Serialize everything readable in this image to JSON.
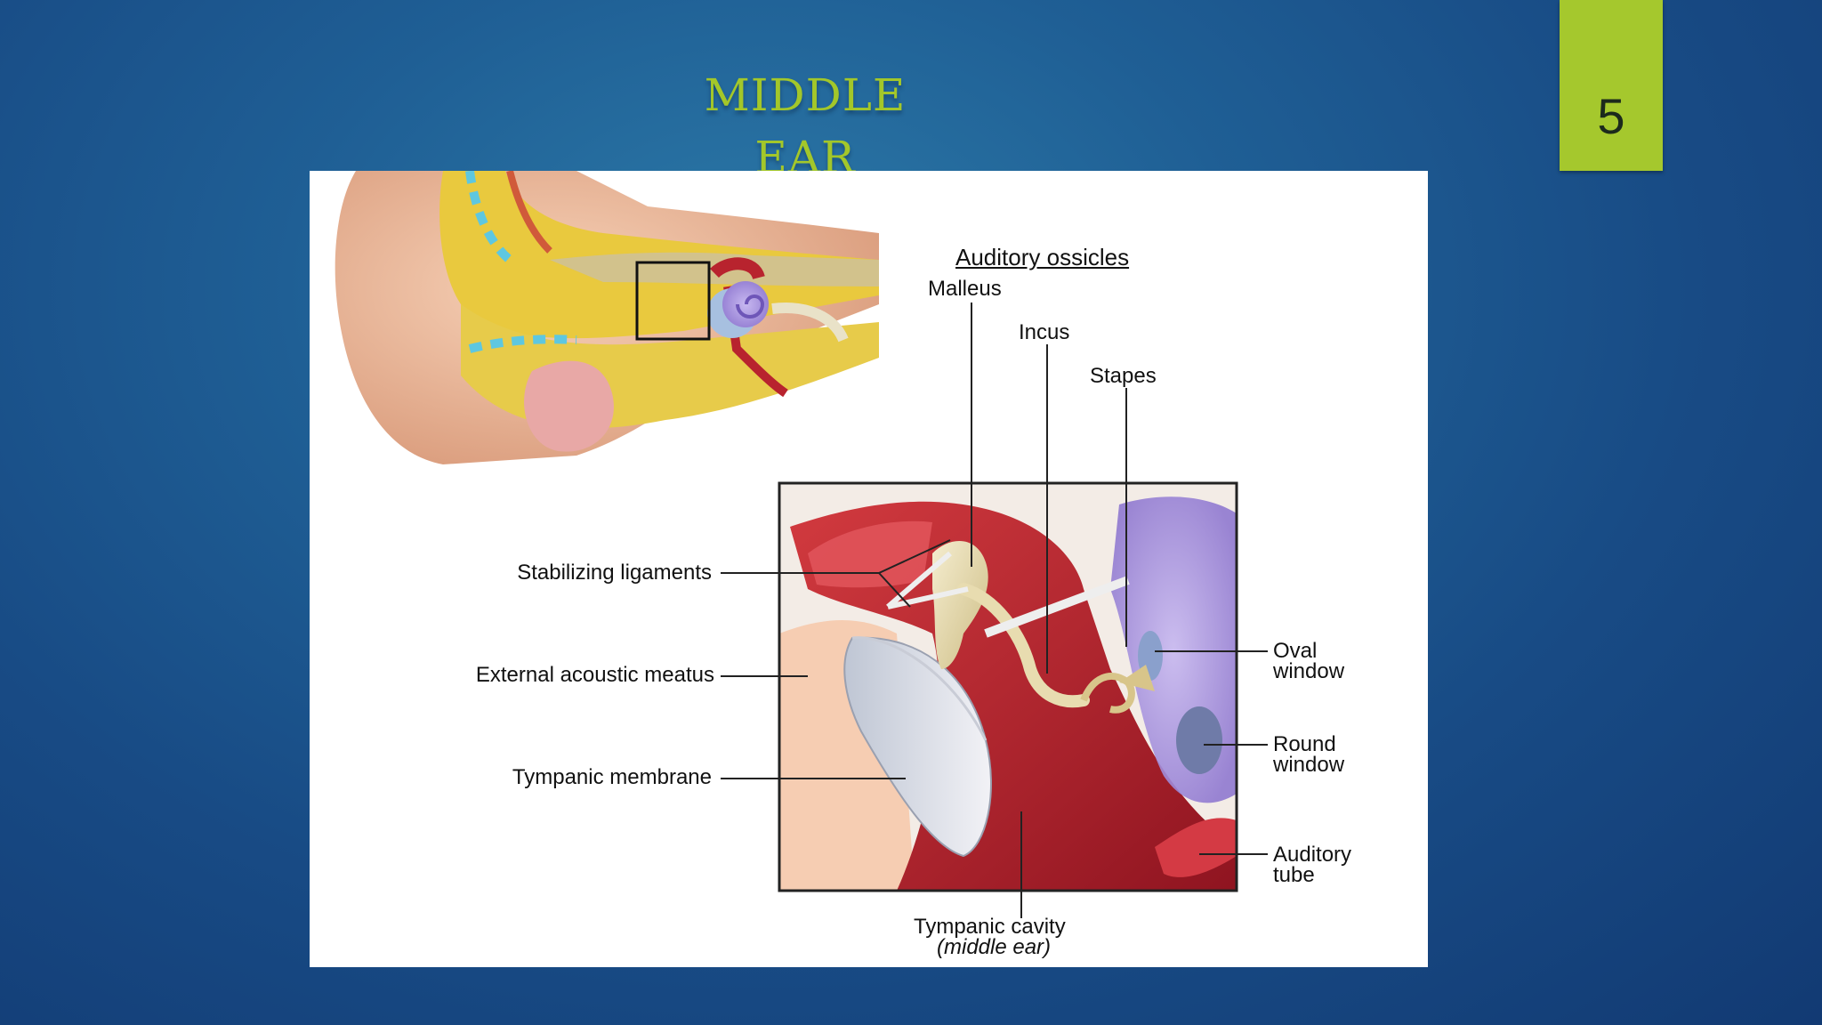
{
  "slide": {
    "title": "MIDDLE EAR",
    "page_number": "5"
  },
  "figure": {
    "heading": "Auditory ossicles",
    "labels": {
      "malleus": "Malleus",
      "incus": "Incus",
      "stapes": "Stapes",
      "stabilizing_ligaments": "Stabilizing ligaments",
      "external_acoustic_meatus": "External acoustic meatus",
      "tympanic_membrane": "Tympanic membrane",
      "oval_window_1": "Oval",
      "oval_window_2": "window",
      "round_window_1": "Round",
      "round_window_2": "window",
      "auditory_tube_1": "Auditory",
      "auditory_tube_2": "tube",
      "tympanic_cavity_1": "Tympanic cavity",
      "tympanic_cavity_2": "(middle ear)"
    }
  },
  "colors": {
    "title": "#a3c72a",
    "badge": "#a5c82d",
    "cavity": "#b8232e",
    "bone": "#e8dcb0",
    "inner_ear": "#9b86d6"
  }
}
